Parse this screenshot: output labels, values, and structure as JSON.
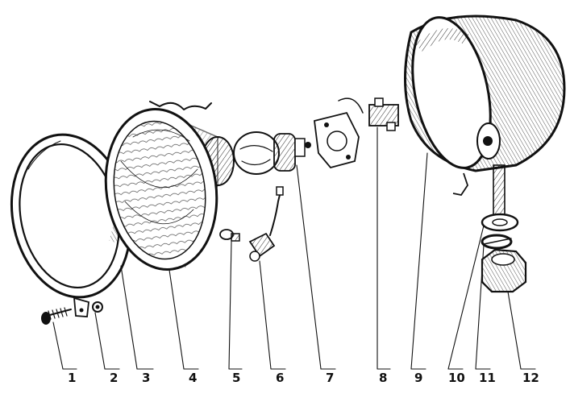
{
  "diagram": {
    "title": "",
    "parts": [
      {
        "number": "1"
      },
      {
        "number": "2"
      },
      {
        "number": "3"
      },
      {
        "number": "4"
      },
      {
        "number": "5"
      },
      {
        "number": "6"
      },
      {
        "number": "7"
      },
      {
        "number": "8"
      },
      {
        "number": "9"
      },
      {
        "number": "10"
      },
      {
        "number": "11"
      },
      {
        "number": "12"
      }
    ]
  }
}
